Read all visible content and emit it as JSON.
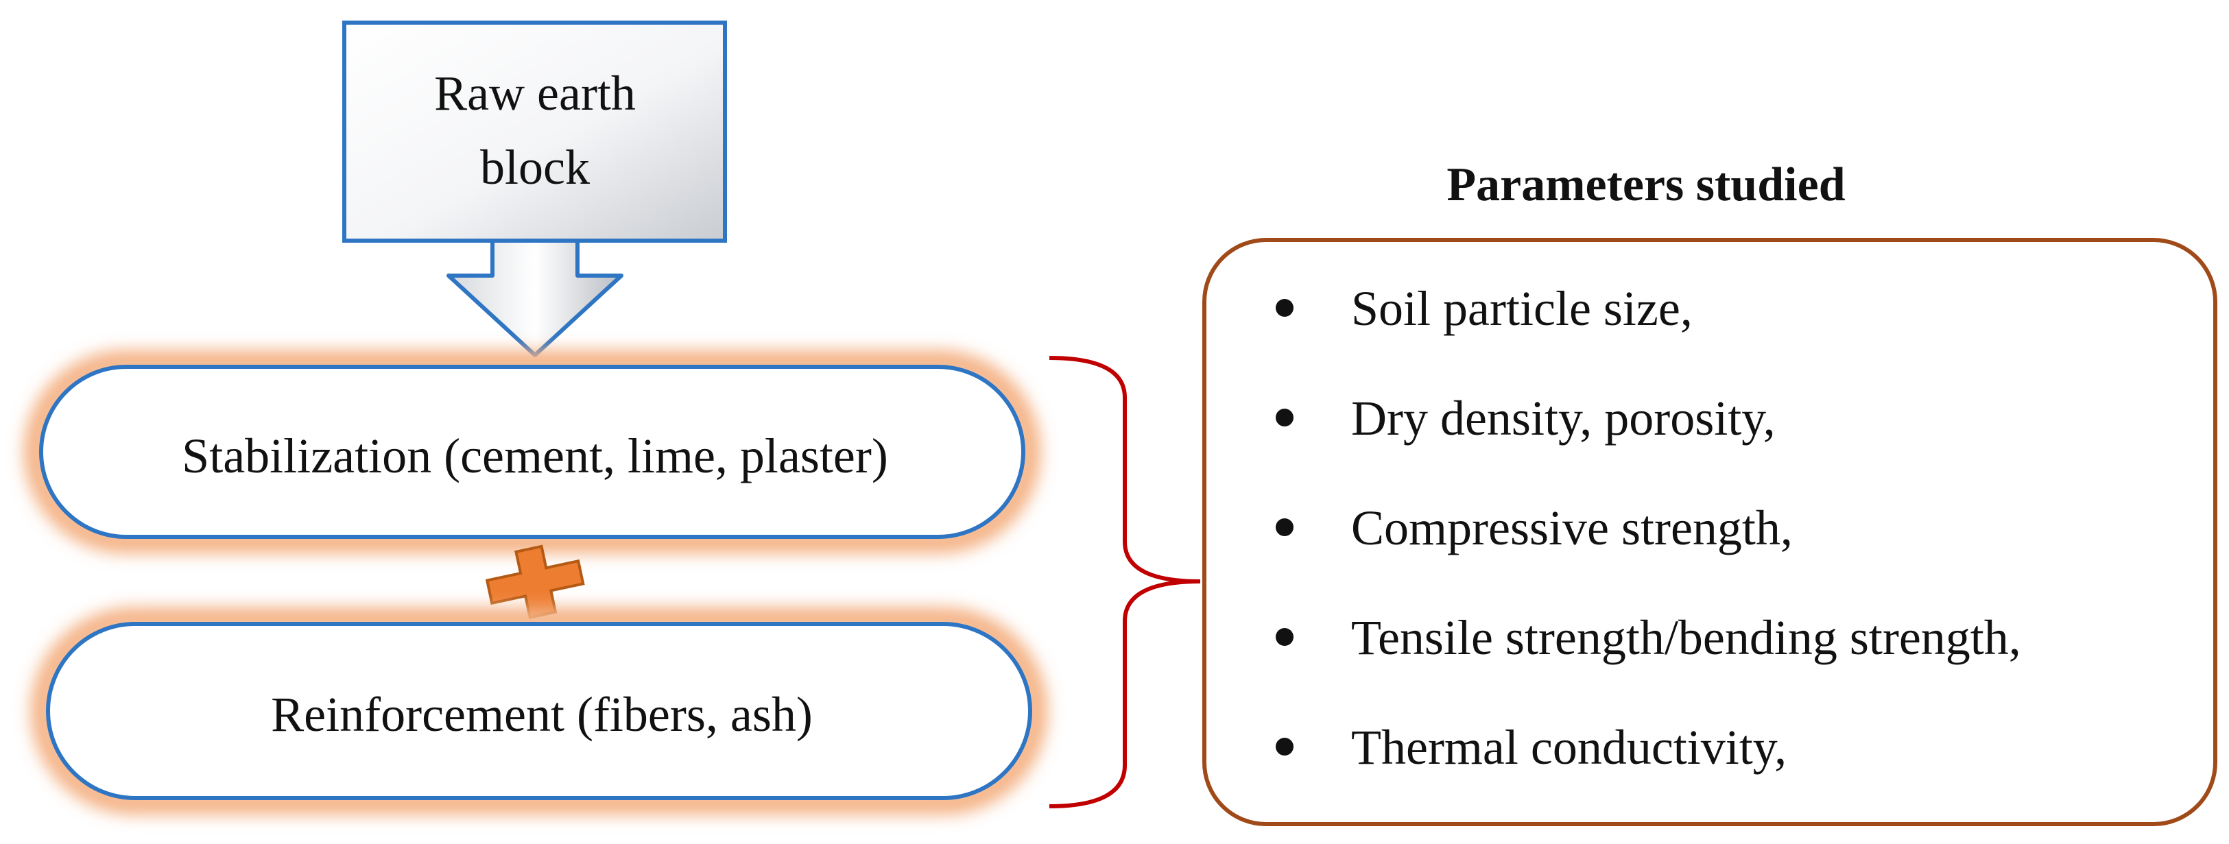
{
  "diagram": {
    "raw_block": {
      "label": "Raw earth\nblock"
    },
    "stabilization": {
      "label": "Stabilization (cement, lime, plaster)"
    },
    "plus_symbol": {
      "icon": "plus-icon",
      "color": "#ed7d31"
    },
    "reinforcement": {
      "label": "Reinforcement (fibers, ash)"
    },
    "parameters": {
      "title": "Parameters studied",
      "items": [
        "Soil particle size,",
        "Dry density, porosity,",
        "Compressive strength,",
        "Tensile strength/bending strength,",
        "Thermal conductivity,"
      ]
    },
    "colors": {
      "box_border": "#2e75c4",
      "glow": "#f4b183",
      "bracket": "#c00000",
      "param_border": "#a04a1a",
      "arrow_shade": "#b8bdc4"
    }
  }
}
